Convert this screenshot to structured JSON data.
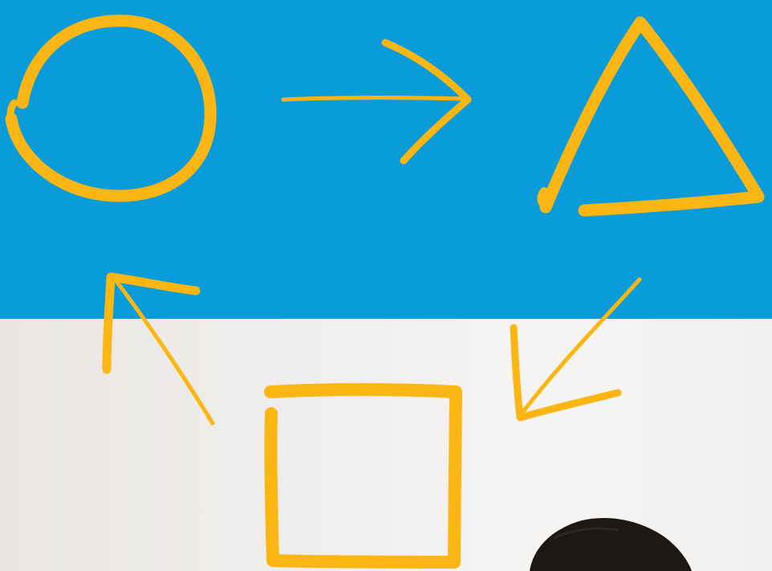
{
  "colors": {
    "top_background": "#0a9bd9",
    "bottom_background": "#efedeb",
    "doodle": "#fbb614",
    "hair": "#1e1815"
  },
  "diagram": {
    "shapes": [
      "circle",
      "triangle",
      "square"
    ],
    "arrows": [
      {
        "from": "circle",
        "to": "triangle"
      },
      {
        "from": "triangle",
        "to": "square"
      },
      {
        "from": "square",
        "to": "circle"
      }
    ]
  }
}
